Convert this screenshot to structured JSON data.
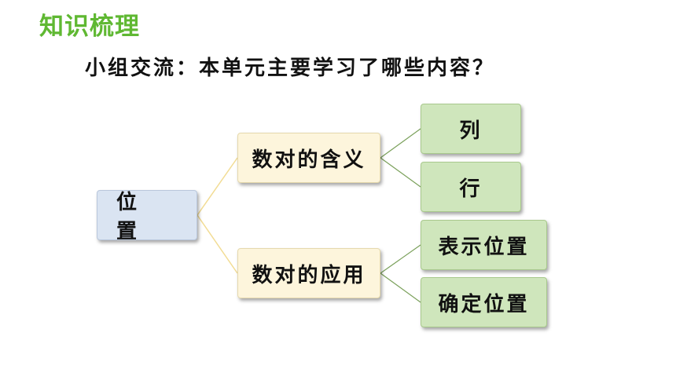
{
  "header": {
    "section_title": "知识梳理",
    "prompt": "小组交流：本单元主要学习了哪些内容？"
  },
  "diagram": {
    "root": "位 置",
    "branches": [
      {
        "label": "数对的含义",
        "children": [
          "列",
          "行"
        ]
      },
      {
        "label": "数对的应用",
        "children": [
          "表示位置",
          "确定位置"
        ]
      }
    ]
  },
  "colors": {
    "title_green": "#5fb832",
    "root_fill": "#dae4f2",
    "branch_fill": "#fdf5dc",
    "leaf_fill": "#cfe6bc",
    "root_connector": "#f2dc94",
    "leaf_connector": "#7aa05a"
  }
}
